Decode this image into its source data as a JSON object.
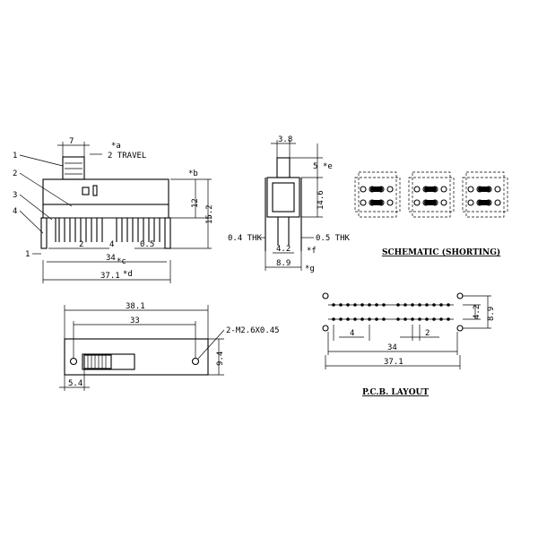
{
  "side_view": {
    "callouts": [
      "1",
      "2",
      "3",
      "4",
      "1"
    ],
    "dim_top_7": "7",
    "note_a": "*a",
    "note_travel": "2 TRAVEL",
    "note_b": "*b",
    "dim_12": "12",
    "dim_15_2": "15.2",
    "dim_2": "2",
    "dim_4": "4",
    "dim_0_5": "0.5",
    "dim_34": "34",
    "note_c": "*c",
    "dim_37_1": "37.1",
    "note_d": "*d"
  },
  "end_view": {
    "dim_3_8": "3.8",
    "dim_5": "5",
    "note_e": "*e",
    "dim_14_6": "14.6",
    "left_thk": "0.4 THK",
    "right_thk": "0.5 THK",
    "dim_4_2": "4.2",
    "note_f": "*f",
    "dim_8_9": "8.9",
    "note_g": "*g"
  },
  "schematic": {
    "title": "SCHEMATIC (SHORTING)"
  },
  "top_view": {
    "dim_38_1": "38.1",
    "dim_33": "33",
    "hole_callout": "2-M2.6X0.45",
    "dim_9_4": "9.4",
    "dim_5_4": "5.4"
  },
  "pcb_layout": {
    "title": "P.C.B. LAYOUT",
    "dim_4_2": "4.2",
    "dim_8_9": "8.9",
    "dim_4": "4",
    "dim_2": "2",
    "dim_34": "34",
    "dim_37_1": "37.1"
  }
}
